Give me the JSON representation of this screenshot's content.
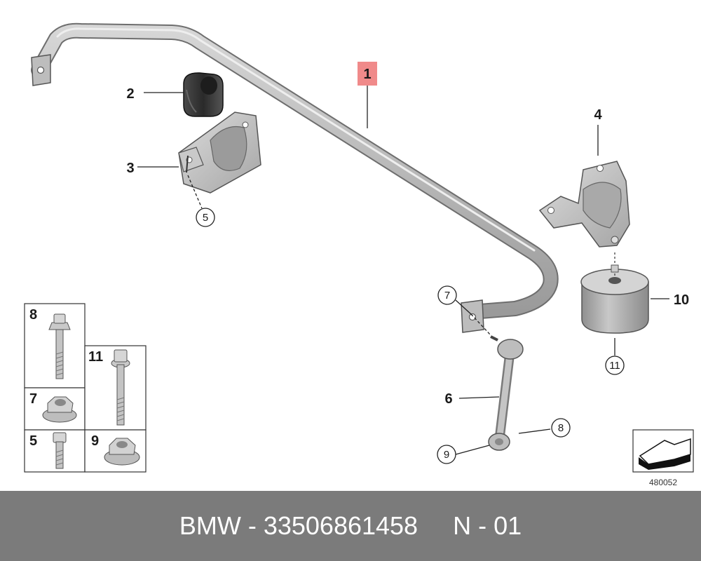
{
  "callouts": {
    "c1": "1",
    "c2": "2",
    "c3": "3",
    "c4": "4",
    "c6": "6",
    "c10": "10"
  },
  "circled": {
    "c5": "5",
    "c7": "7",
    "c8": "8",
    "c9": "9",
    "c11": "11"
  },
  "legend": {
    "l8": "8",
    "l7": "7",
    "l5": "5",
    "l11": "11",
    "l9": "9"
  },
  "diagram_number": "480052",
  "footer": {
    "brand_part": "BMW - 33506861458",
    "code": "N - 01"
  },
  "colors": {
    "highlight": "#f08a8a",
    "part_gray": "#b9b9b9",
    "footer_bg": "#7b7b7b"
  }
}
